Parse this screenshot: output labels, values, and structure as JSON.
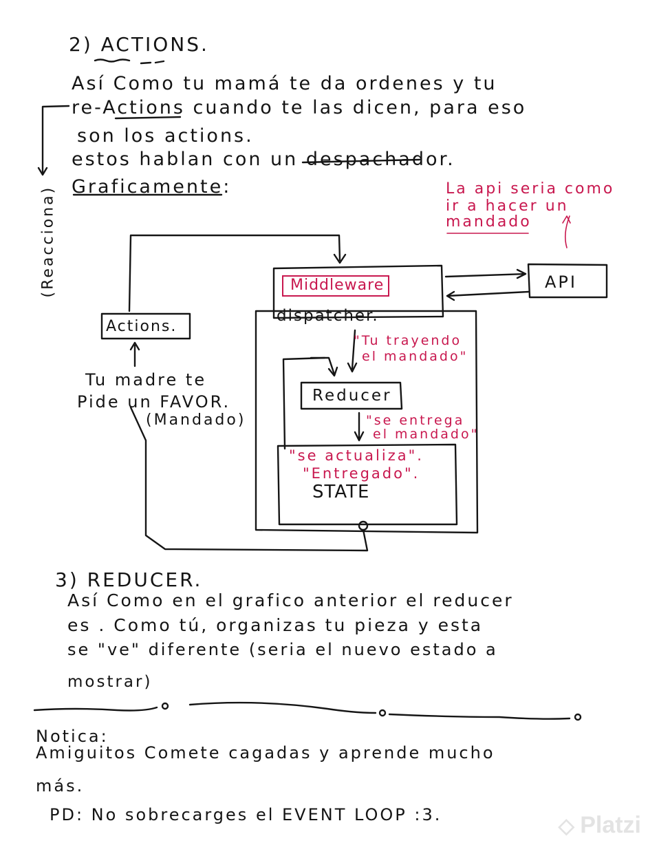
{
  "section_actions": {
    "heading": "2) ACTIONS.",
    "lines": [
      "Así Como tu mamá te da ordenes y tu",
      "re-Actions cuando te las dicen, para eso",
      "son los actions.",
      "estos hablan con un despachador.",
      "Graficamente:"
    ],
    "side_label": "(Reacciona)"
  },
  "diagram": {
    "api_note": [
      "La api seria como",
      "ir a hacer un",
      "mandado"
    ],
    "middleware": "Middleware",
    "api": "API",
    "dispatcher": "dispatcher.",
    "actions": "Actions.",
    "trayendo": [
      "\"Tu trayendo",
      "el mandado\""
    ],
    "madre": [
      "Tu madre te",
      "Pide un FAVOR.",
      "(Mandado)"
    ],
    "reducer": "Reducer",
    "entrega": [
      "\"se entrega",
      "el mandado\""
    ],
    "actualiza": [
      "\"se actualiza\".",
      "\"Entregado\"."
    ],
    "state": "STATE"
  },
  "section_reducer": {
    "heading": "3) REDUCER.",
    "lines": [
      "Así Como en el grafico anterior el reducer",
      "es . Como tú, organizas tu pieza y esta",
      "se \"ve\" diferente (seria el nuevo estado a",
      "mostrar)"
    ]
  },
  "notica": {
    "heading": "Notica:",
    "lines": [
      "Amiguitos Comete cagadas y aprende mucho",
      "más."
    ],
    "pd": "PD: No sobrecarges el EVENT LOOP :3."
  },
  "watermark": "Platzi",
  "colors": {
    "ink": "#141414",
    "red": "#c8174e"
  }
}
